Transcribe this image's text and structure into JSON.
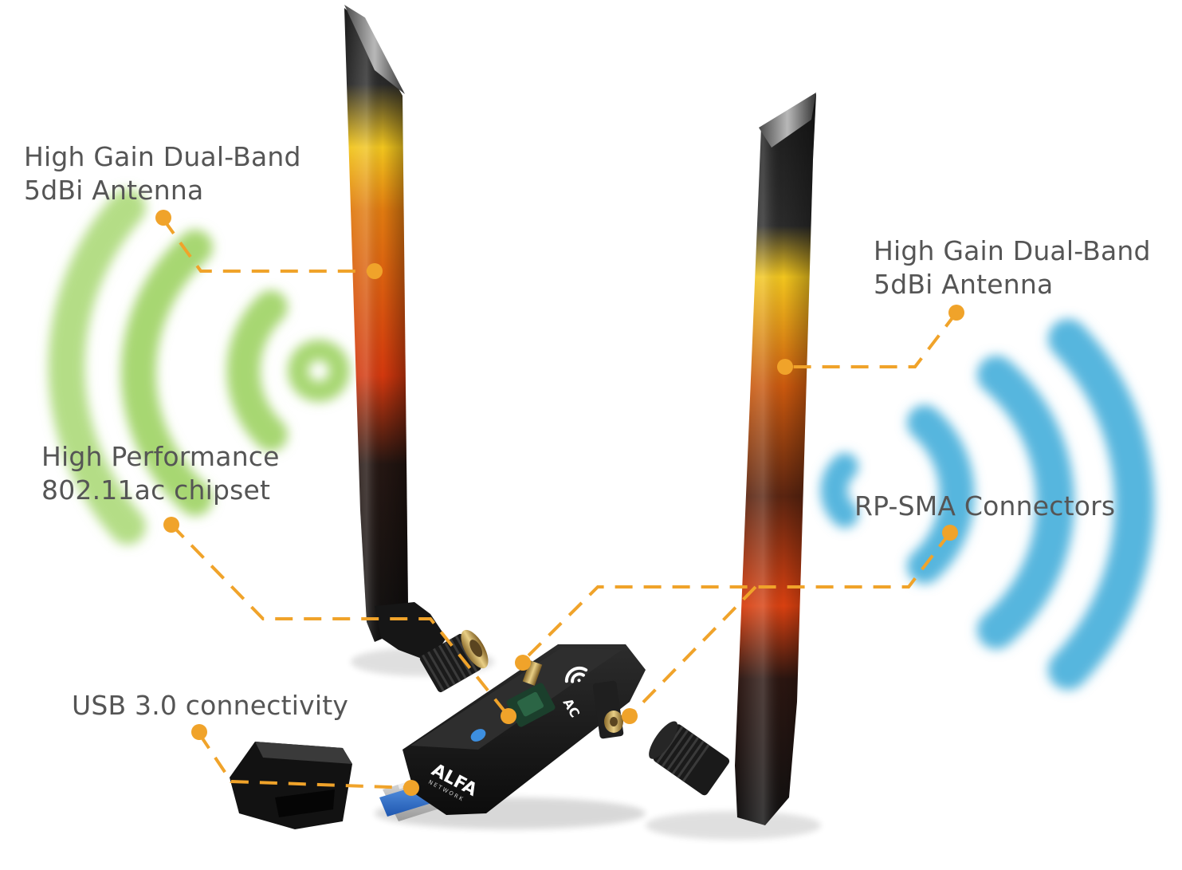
{
  "callouts": {
    "antenna_left": {
      "line1": "High Gain Dual-Band",
      "line2": "5dBi Antenna"
    },
    "antenna_right": {
      "line1": "High Gain Dual-Band",
      "line2": "5dBi Antenna"
    },
    "chipset": {
      "line1": "High Performance",
      "line2": "802.11ac chipset"
    },
    "rp_sma": {
      "line1": "RP-SMA Connectors"
    },
    "usb": {
      "line1": "USB 3.0 connectivity"
    }
  },
  "device": {
    "brand": "ALFA",
    "brand_sub": "NETWORK",
    "badge": "AC"
  },
  "colors": {
    "callout_orange": "#f0a32a",
    "signal_green": "#a7d772",
    "signal_blue": "#56b6de",
    "antenna_black": "#141414",
    "antenna_glow_yellow": "#f4d020",
    "antenna_glow_red": "#e03a10",
    "usb_blue": "#2f6fc8"
  },
  "icons": {
    "callout_dot": "orange-dot-icon",
    "wifi_waves_left": "green-signal-waves-icon",
    "wifi_waves_right": "blue-signal-waves-icon",
    "wifi_logo": "wifi-icon"
  }
}
